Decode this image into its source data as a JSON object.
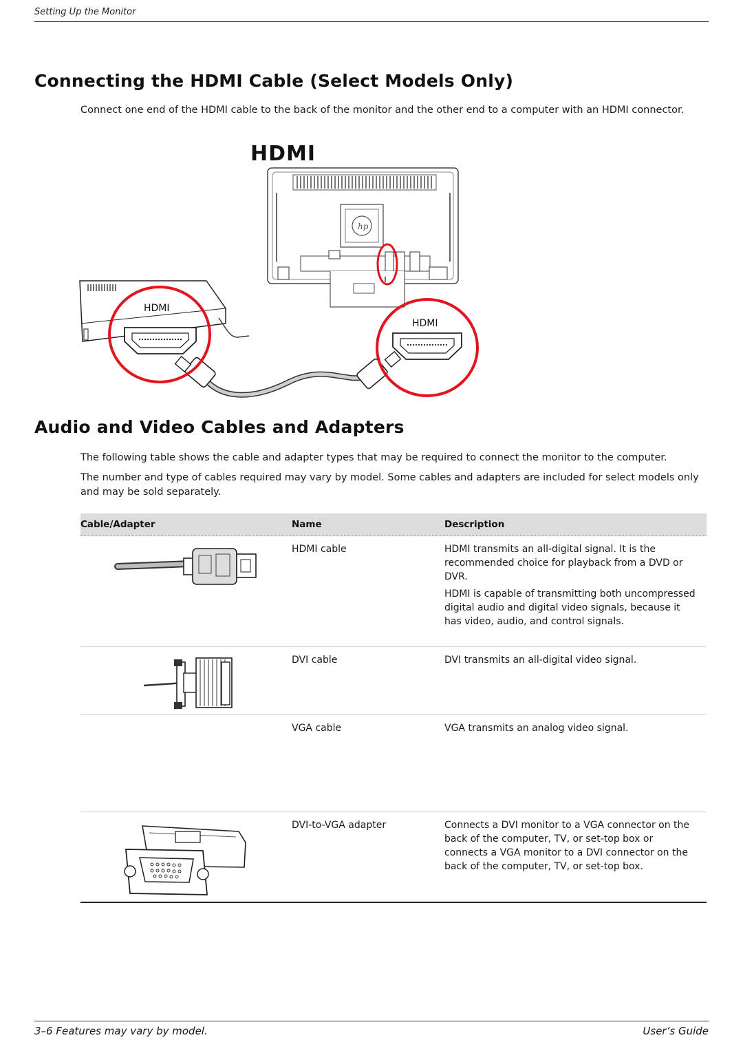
{
  "header": {
    "section": "Setting Up the Monitor"
  },
  "hdmi_section": {
    "title": "Connecting the HDMI Cable (Select Models Only)",
    "body": "Connect one end of the HDMI cable to the back of the monitor and the other end to a computer with an HDMI connector.",
    "diagram_title": "HDMI",
    "port_label_computer": "HDMI",
    "port_label_monitor": "HDMI",
    "colors": {
      "callout_circle": "#e3141c"
    }
  },
  "av_section": {
    "title": "Audio and Video Cables and Adapters",
    "para1": "The following table shows the cable and adapter types that may be required to connect the monitor to the computer.",
    "para2": "The number and type of cables required may vary by model. Some cables and adapters are included for select models only and may be sold separately.",
    "table": {
      "headers": [
        "Cable/Adapter",
        "Name",
        "Description"
      ],
      "rows": [
        {
          "icon": "hdmi-cable-icon",
          "name": "HDMI cable",
          "desc": [
            "HDMI transmits an all-digital signal. It is the recommended choice for playback from a DVD or DVR.",
            "HDMI is capable of transmitting both uncompressed digital audio and digital video signals, because it has video, audio, and control signals."
          ]
        },
        {
          "icon": "dvi-cable-icon",
          "name": "DVI cable",
          "desc": [
            "DVI transmits an all-digital video signal."
          ]
        },
        {
          "icon": "",
          "name": "VGA cable",
          "desc": [
            "VGA transmits an analog video signal."
          ]
        },
        {
          "icon": "dvi-to-vga-adapter-icon",
          "name": "DVI-to-VGA adapter",
          "desc": [
            "Connects a DVI monitor to a VGA connector on the back of the computer, TV, or set-top box or connects a VGA monitor to a DVI connector on the back of the computer, TV, or set-top box."
          ]
        }
      ]
    }
  },
  "footer": {
    "left": "3–6  Features may vary by model.",
    "right": "User’s Guide"
  }
}
